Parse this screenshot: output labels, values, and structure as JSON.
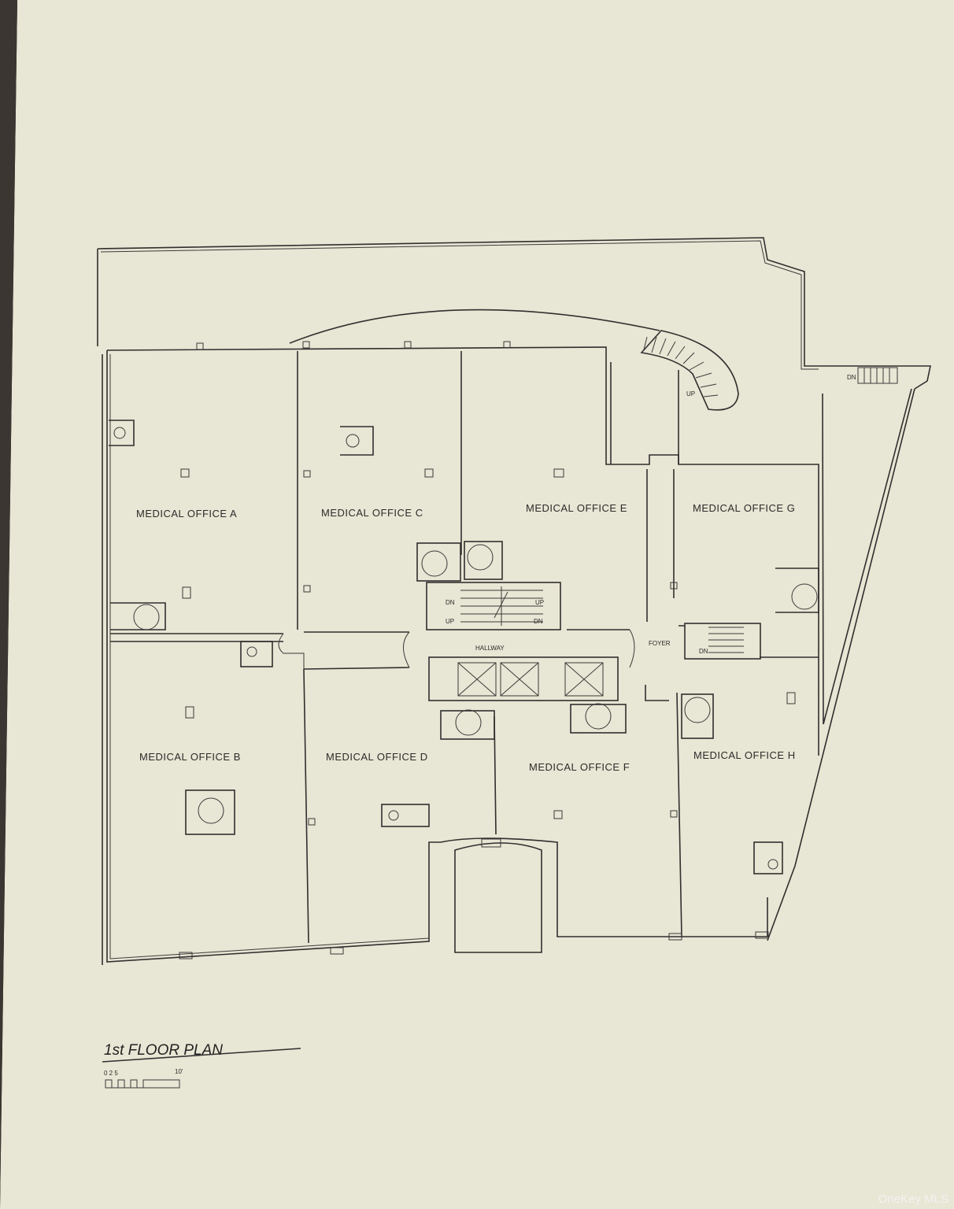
{
  "plan_title": "1st FLOOR PLAN",
  "scale_text": "0 2 5",
  "scale_end": "10'",
  "watermark": "OneKey MLS",
  "rooms": [
    {
      "id": "a",
      "label": "MEDICAL OFFICE A"
    },
    {
      "id": "b",
      "label": "MEDICAL OFFICE B"
    },
    {
      "id": "c",
      "label": "MEDICAL OFFICE C"
    },
    {
      "id": "d",
      "label": "MEDICAL OFFICE D"
    },
    {
      "id": "e",
      "label": "MEDICAL OFFICE E"
    },
    {
      "id": "f",
      "label": "MEDICAL OFFICE F"
    },
    {
      "id": "g",
      "label": "MEDICAL OFFICE G"
    },
    {
      "id": "h",
      "label": "MEDICAL OFFICE H"
    }
  ],
  "labels": {
    "hallway": "HALLWAY",
    "foyer": "FOYER",
    "up_stair": "UP",
    "dn_stair_top": "DN",
    "stair_dn1": "DN",
    "stair_up1": "UP",
    "stair_up2": "UP",
    "stair_dn2": "DN",
    "stair_dn3": "DN"
  },
  "colors": {
    "paper": "#e9e7d6",
    "line": "#2f2f2f",
    "background": "#2a2622"
  }
}
